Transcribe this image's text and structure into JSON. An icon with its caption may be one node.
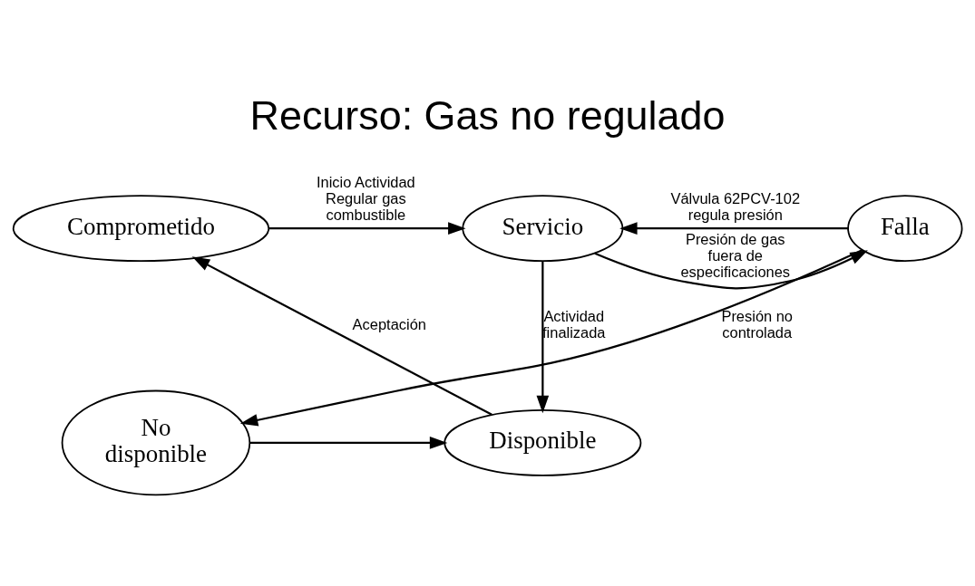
{
  "diagram": {
    "title": "Recurso: Gas no regulado",
    "nodes": [
      {
        "text": [
          "Comprometido"
        ]
      },
      {
        "text": [
          "Servicio"
        ]
      },
      {
        "text": [
          "Falla"
        ]
      },
      {
        "text": [
          "Disponible"
        ]
      },
      {
        "text": [
          "No disponible"
        ]
      }
    ],
    "edges": [
      {
        "from": 0,
        "to": 1,
        "arrow": "to",
        "label": "Inicio Actividad Regular gas combustible"
      },
      {
        "from": 1,
        "to": 2,
        "arrow": "to",
        "label": "Presión de gas fuera de especificaciones"
      },
      {
        "from": 2,
        "to": 1,
        "arrow": "to",
        "label": "Válvula 62PCV-102 regula presión"
      },
      {
        "from": 1,
        "to": 3,
        "arrow": "to",
        "label": "Actividad finalizada"
      },
      {
        "from": 2,
        "to": 4,
        "arrow": "to",
        "label": "Presión no controlada"
      },
      {
        "from": 4,
        "to": 3,
        "arrow": "to"
      },
      {
        "from": 3,
        "to": 0,
        "arrow": "to",
        "label": "Aceptación"
      }
    ]
  }
}
